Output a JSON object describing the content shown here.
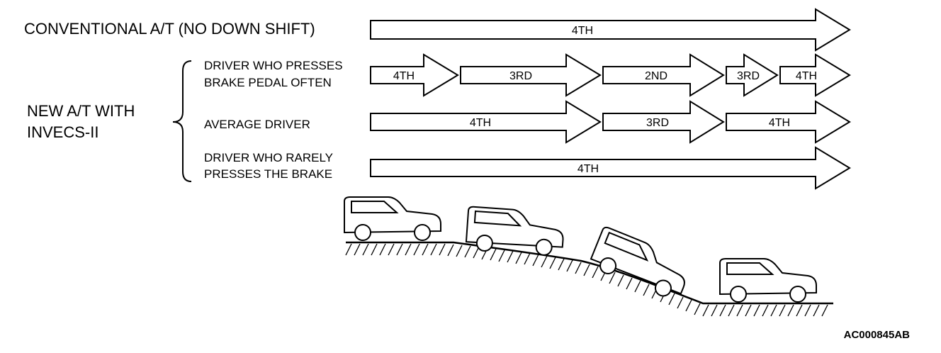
{
  "labels": {
    "conventional": "CONVENTIONAL A/T (NO DOWN SHIFT)",
    "new_at_line1": "NEW A/T WITH",
    "new_at_line2": "INVECS-II",
    "often_line1": "DRIVER WHO PRESSES",
    "often_line2": "BRAKE PEDAL OFTEN",
    "average": "AVERAGE DRIVER",
    "rarely_line1": "DRIVER WHO RARELY",
    "rarely_line2": "PRESSES THE BRAKE",
    "figure_code": "AC000845AB"
  },
  "rows": [
    {
      "name": "conventional",
      "segments": [
        "4TH"
      ]
    },
    {
      "name": "brake-often",
      "segments": [
        "4TH",
        "3RD",
        "2ND",
        "3RD",
        "4TH"
      ]
    },
    {
      "name": "average",
      "segments": [
        "4TH",
        "3RD",
        "4TH"
      ]
    },
    {
      "name": "brake-rarely",
      "segments": [
        "4TH"
      ]
    }
  ],
  "vehicle_count": 4
}
